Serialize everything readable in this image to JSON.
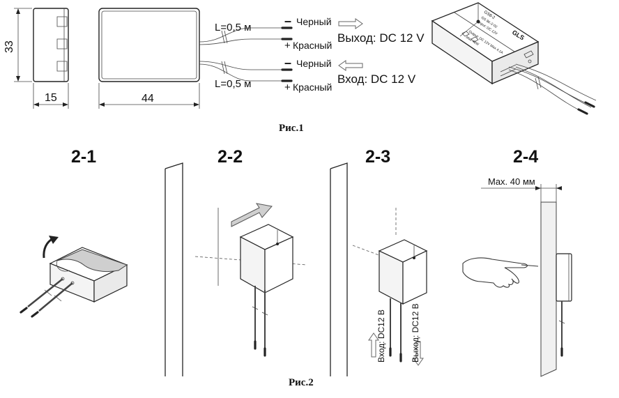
{
  "fig1": {
    "dim_height": "33",
    "dim_width_side": "15",
    "dim_width_top": "44",
    "cable_length_out": "L=0,5 м",
    "cable_length_in": "L=0,5 м",
    "out_black": "Черный",
    "out_red": "Красный",
    "in_black": "Черный",
    "in_red": "Красный",
    "minus": "–",
    "plus": "+",
    "output_label": "Выход: DC 12 V",
    "input_label": "Вход: DC 12 V",
    "device_brand": "GLS",
    "device_model": "GS8-2",
    "device_spec_1": "GS 8K-2-02",
    "device_spec_2": "Input: DC 12V",
    "device_spec_3": "Output: DC 12V Max 4.1A",
    "device_spec_4": "Max 48W",
    "caption": "Рис.1"
  },
  "fig2": {
    "step1": "2-1",
    "step2": "2-2",
    "step3": "2-3",
    "step4": "2-4",
    "in_label": "Вход: DC12 В",
    "out_label": "Выход: DC12 В",
    "max_label": "Max. 40 мм",
    "caption": "Рис.2"
  }
}
